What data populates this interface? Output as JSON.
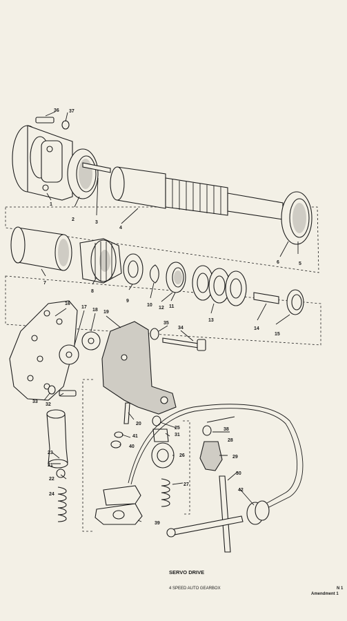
{
  "labels": [
    "1",
    "2",
    "3",
    "4",
    "5",
    "6",
    "7",
    "8",
    "9",
    "10",
    "11",
    "12",
    "13",
    "14",
    "15",
    "16",
    "17",
    "18",
    "19",
    "20",
    "21",
    "22",
    "23",
    "24",
    "25",
    "26",
    "27",
    "28",
    "29",
    "30",
    "31",
    "32",
    "33",
    "34",
    "35",
    "36",
    "37",
    "38",
    "39",
    "40",
    "41",
    "42"
  ],
  "caption": {
    "title": "SERVO DRIVE",
    "subtitle": "4 SPEED AUTO GEARBOX",
    "corner_line1": "N 1",
    "corner_line2": "Amendment 1"
  }
}
